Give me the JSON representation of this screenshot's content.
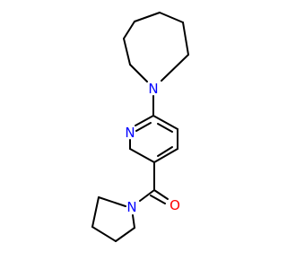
{
  "molecule": {
    "labels": {
      "azepane_nitrogen": "N",
      "pyridine_nitrogen": "N",
      "carbonyl_oxygen": "O",
      "pyrrolidine_nitrogen": "N"
    },
    "colors": {
      "bond": "#000000",
      "nitrogen": "#0000ff",
      "oxygen": "#ff0000"
    }
  }
}
